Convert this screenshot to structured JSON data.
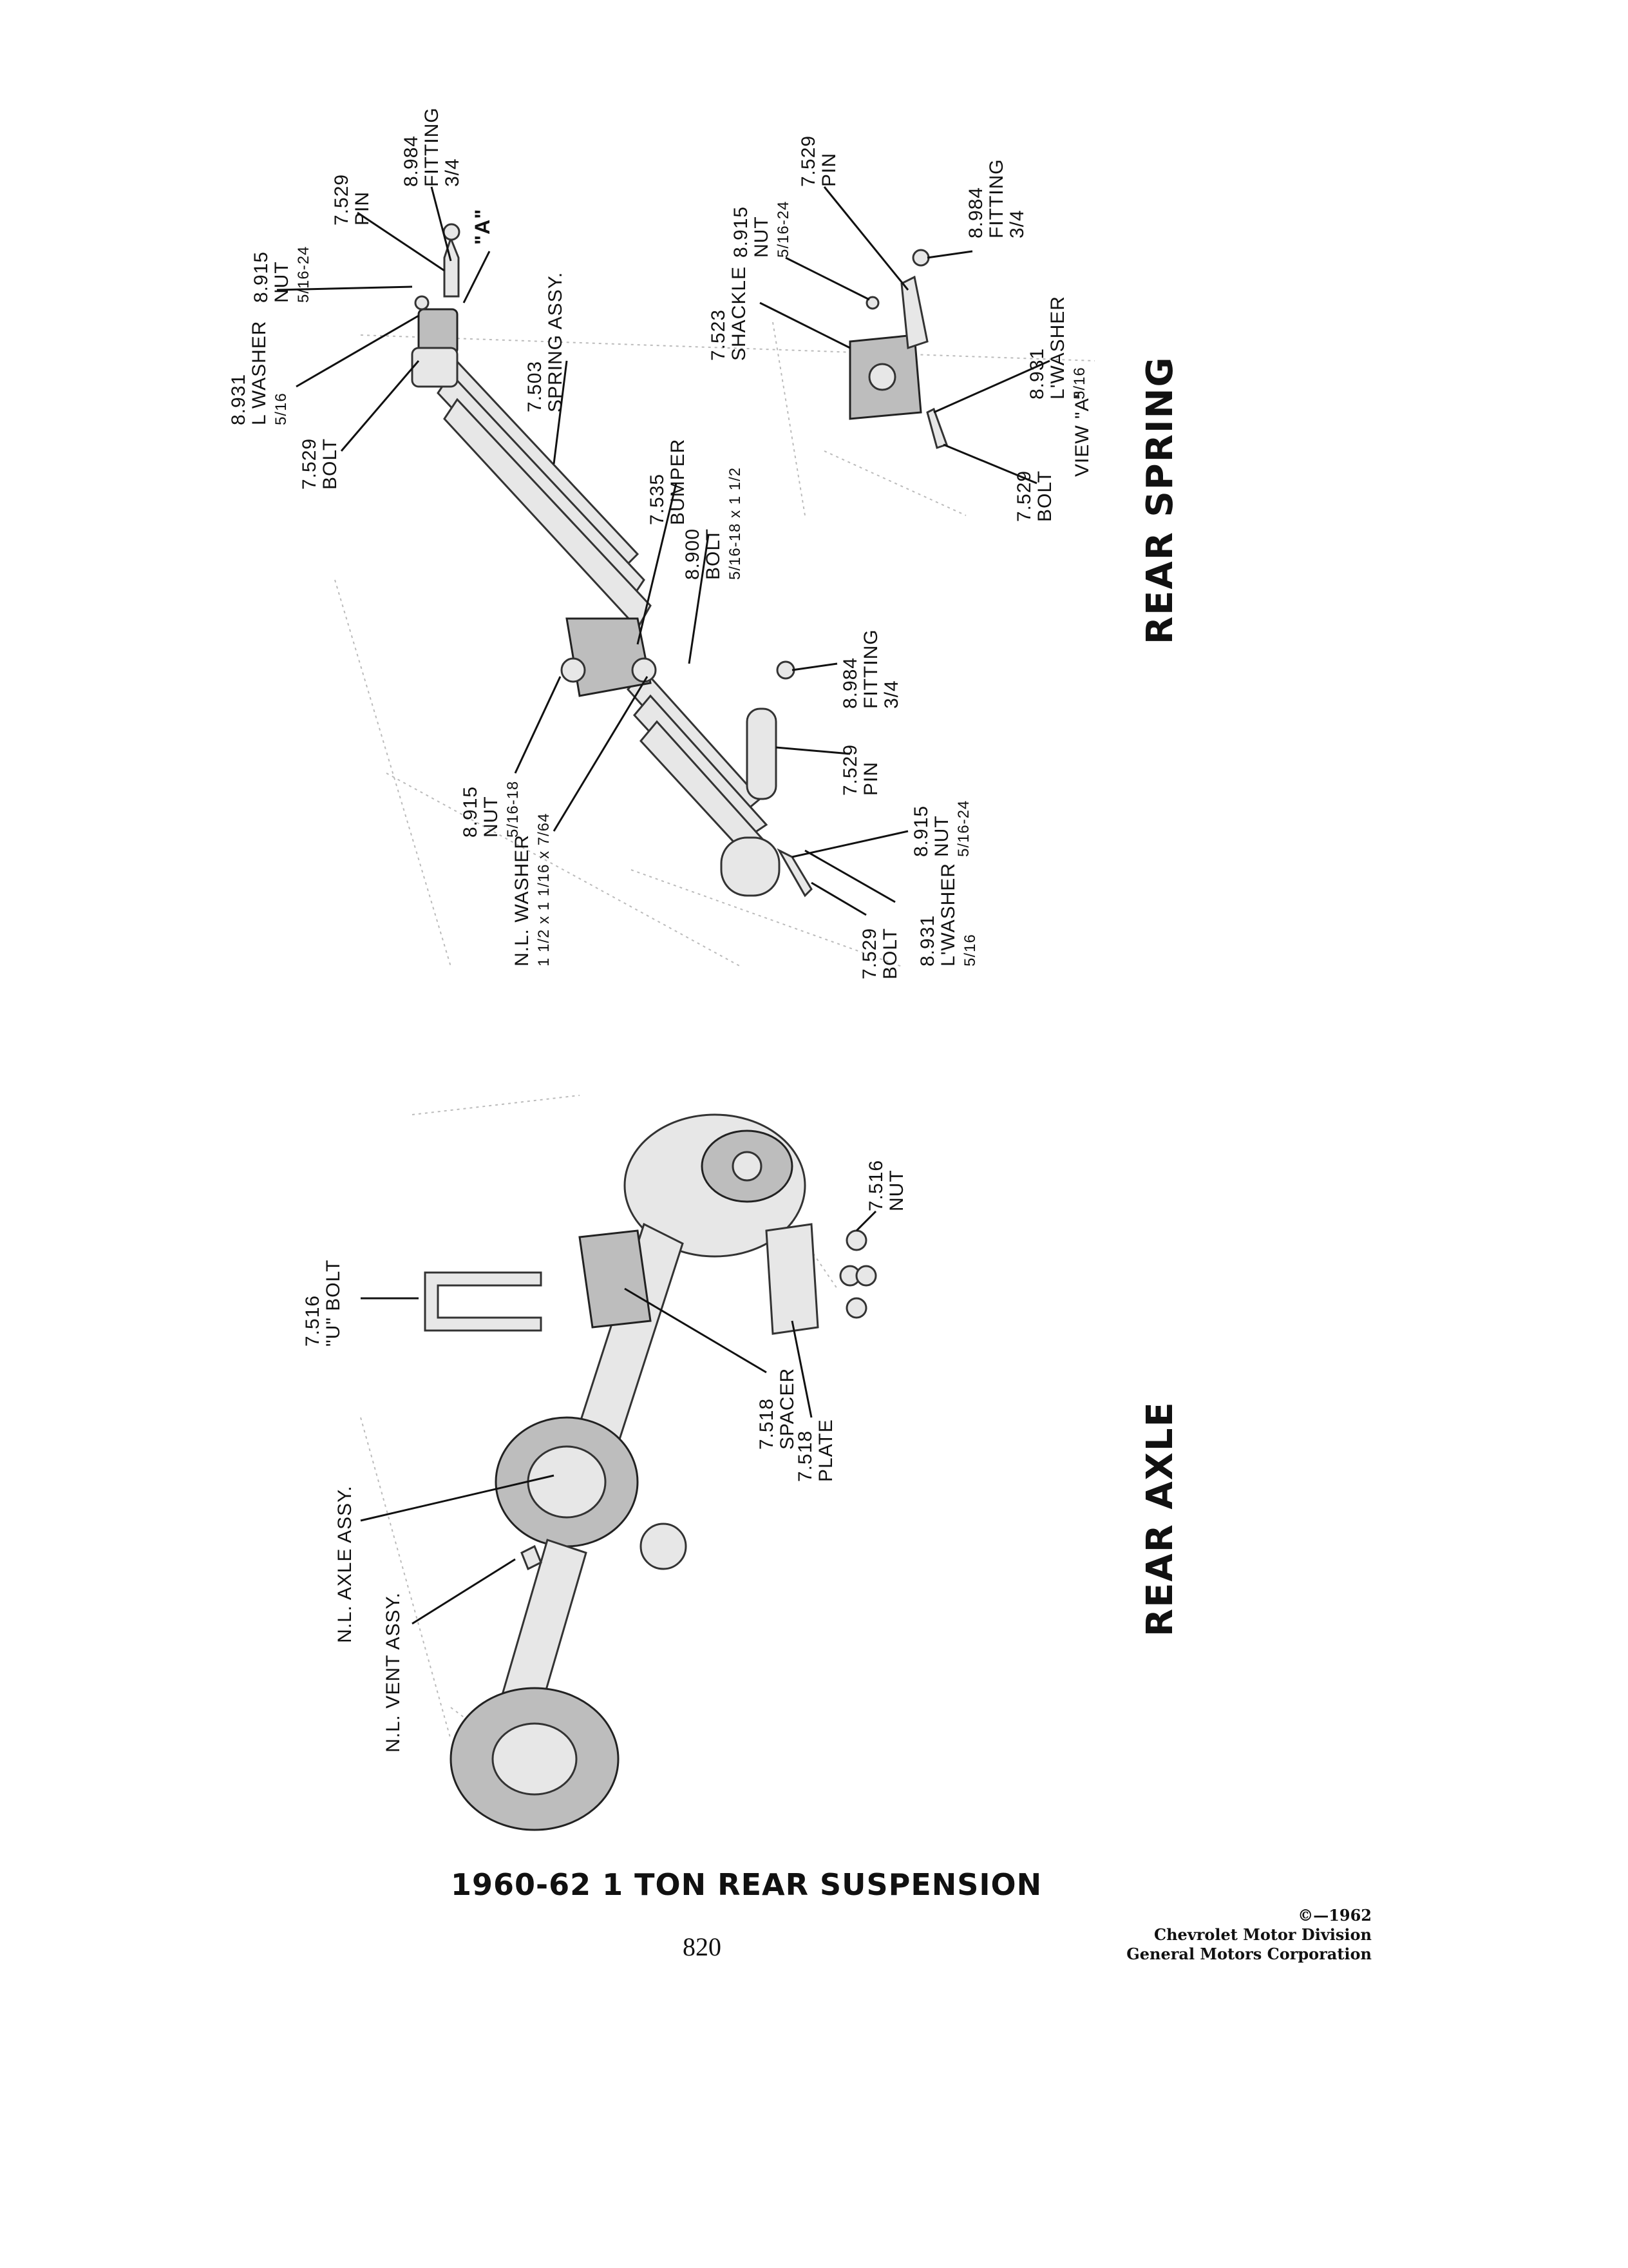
{
  "page": {
    "title": "1960-62 1 TON REAR SUSPENSION",
    "page_number": "820",
    "copyright": {
      "line1": "©—1962",
      "line2": "Chevrolet Motor Division",
      "line3": "General Motors Corporation"
    }
  },
  "sections": {
    "rear_spring": "REAR SPRING",
    "rear_axle": "REAR AXLE"
  },
  "callouts": {
    "spring": {
      "fitting_8984_top": [
        "8.984",
        "FITTING",
        "3/4"
      ],
      "pin_7529_top": [
        "7.529",
        "PIN"
      ],
      "nut_8915_top": [
        "8.915",
        "NUT",
        "5/16-24"
      ],
      "view_a_marker": "\"A\"",
      "lwasher_8931_top": [
        "8.931",
        "L WASHER",
        "5/16"
      ],
      "bolt_7529_top": [
        "7.529",
        "BOLT"
      ],
      "spring_assy_7503": [
        "7.503",
        "SPRING ASSY."
      ],
      "bumper_7535": [
        "7.535",
        "BUMPER"
      ],
      "bolt_8900": [
        "8.900",
        "BOLT",
        "5/16-18 x 1 1/2"
      ],
      "nut_8915_mid": [
        "8.915",
        "NUT",
        "5/16-18"
      ],
      "nl_washer": [
        "N.L. WASHER",
        "1 1/2 x 1 1/16 x 7/64"
      ],
      "fitting_8984_mid": [
        "8.984",
        "FITTING",
        "3/4"
      ],
      "pin_7529_mid": [
        "7.529",
        "PIN"
      ],
      "nut_8915_low": [
        "8.915",
        "NUT",
        "5/16-24"
      ],
      "lwasher_8931_low": [
        "8.931",
        "L'WASHER",
        "5/16"
      ],
      "bolt_7529_low": [
        "7.529",
        "BOLT"
      ]
    },
    "view_a": {
      "pin_7529": [
        "7.529",
        "PIN"
      ],
      "nut_8915": [
        "8.915",
        "NUT",
        "5/16-24"
      ],
      "fitting_8984": [
        "8.984",
        "FITTING",
        "3/4"
      ],
      "shackle_7523": [
        "7.523",
        "SHACKLE"
      ],
      "lwasher_8931": [
        "8.931",
        "L'WASHER",
        "5/16"
      ],
      "bolt_7529": [
        "7.529",
        "BOLT"
      ],
      "caption": "VIEW \"A\""
    },
    "axle": {
      "nut_7516": [
        "7.516",
        "NUT"
      ],
      "u_bolt_7516": [
        "7.516",
        "\"U\" BOLT"
      ],
      "spacer_7518": [
        "7.518",
        "SPACER"
      ],
      "plate_7518": [
        "7.518",
        "PLATE"
      ],
      "axle_assy": "N.L. AXLE ASSY.",
      "vent_assy": "N.L. VENT ASSY."
    }
  }
}
